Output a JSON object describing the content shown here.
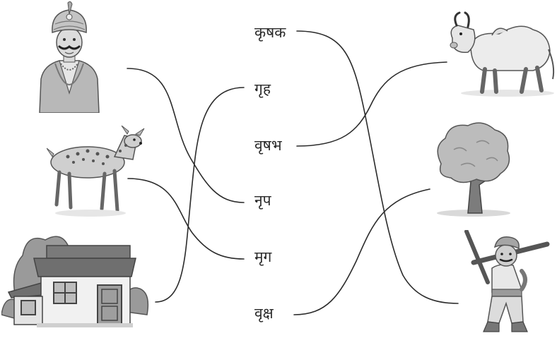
{
  "words": [
    {
      "id": "krishak",
      "text": "कृषक"
    },
    {
      "id": "grih",
      "text": "गृह"
    },
    {
      "id": "vrishabh",
      "text": "वृषभ"
    },
    {
      "id": "nrip",
      "text": "नृप"
    },
    {
      "id": "mrig",
      "text": "मृग"
    },
    {
      "id": "vriksh",
      "text": "वृक्ष"
    }
  ],
  "pictures_left": [
    "king-picture",
    "deer-picture",
    "house-picture"
  ],
  "pictures_right": [
    "bull-picture",
    "tree-picture",
    "farmer-picture"
  ],
  "matches": [
    {
      "from": "king-picture",
      "to": "nrip"
    },
    {
      "from": "deer-picture",
      "to": "mrig"
    },
    {
      "from": "house-picture",
      "to": "grih"
    },
    {
      "from": "krishak",
      "to": "farmer-picture"
    },
    {
      "from": "vrishabh",
      "to": "bull-picture"
    },
    {
      "from": "vriksh",
      "to": "tree-picture"
    }
  ],
  "colors": {
    "line": "#2b2b2b",
    "ink": "#444444",
    "fill_light": "#d6d6d6",
    "fill_mid": "#a8a8a8",
    "fill_dark": "#6e6e6e"
  }
}
